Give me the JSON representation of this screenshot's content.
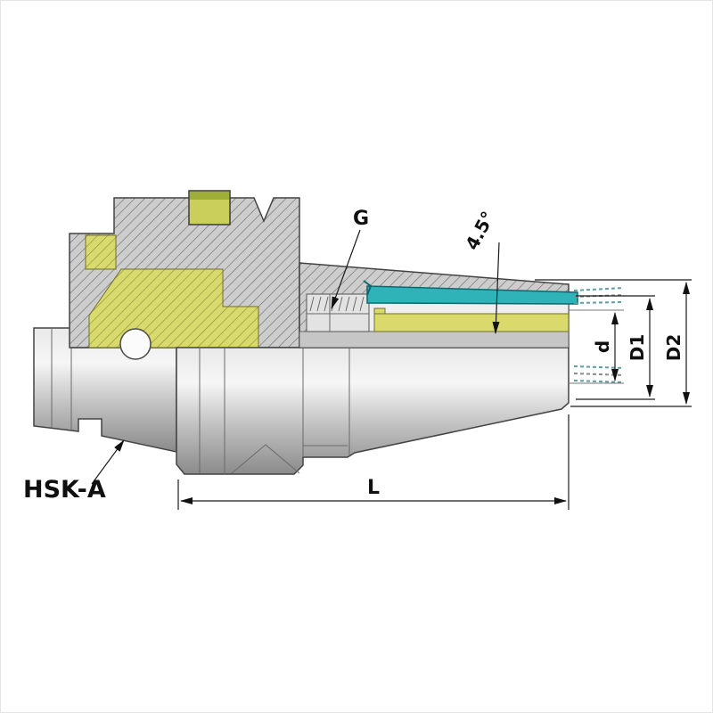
{
  "drawing": {
    "labels": {
      "thread_spec": "G",
      "taper_angle": "4.5°",
      "clamping_diameter": "d",
      "nose_diameter": "D1",
      "body_diameter": "D2",
      "shank_type": "HSK-A",
      "projection_length": "L"
    },
    "colors": {
      "coolant_tube": "#2fb3b8",
      "clamping_sleeve": "#d9d96c",
      "key_slot": "#c9cf5a",
      "metal_gray": "#c9c9c9",
      "line": "#1a1a1a"
    }
  }
}
